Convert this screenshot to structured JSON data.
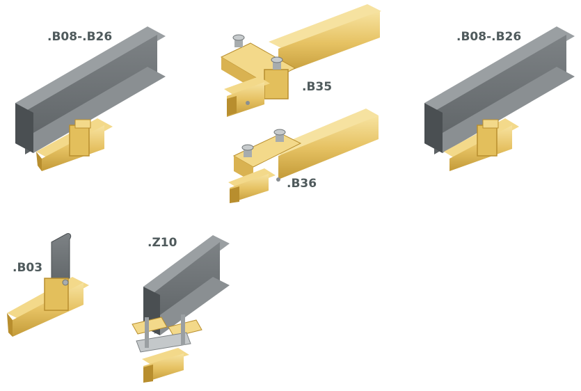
{
  "labels": {
    "b08_b26_left": ".B08-.B26",
    "b35": ".B35",
    "b08_b26_right": ".B08-.B26",
    "b36": ".B36",
    "b03": ".B03",
    "z10": ".Z10"
  },
  "colors": {
    "steel_top": "#8f9497",
    "steel_front": "#6b7073",
    "steel_dark": "#4a4f52",
    "brass_light": "#f3d98a",
    "brass_mid": "#e3bf5c",
    "brass_dark": "#b88e2e",
    "label": "#4f5a5c"
  }
}
